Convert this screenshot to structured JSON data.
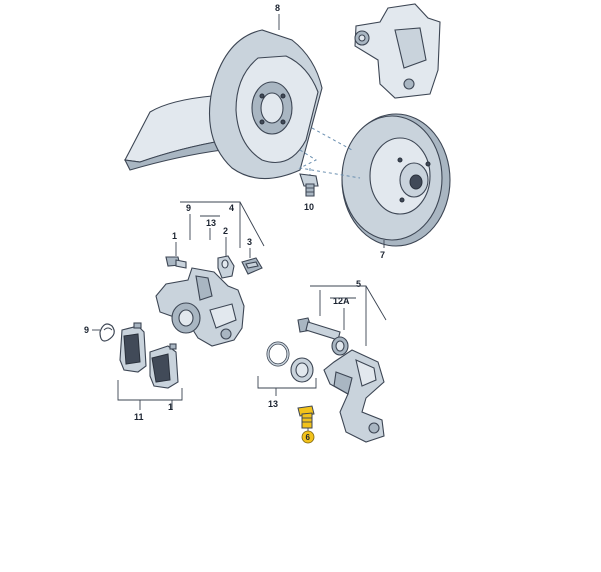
{
  "labels": {
    "l8": "8",
    "l10": "10",
    "l7": "7",
    "l9a": "9",
    "l13a": "13",
    "l4": "4",
    "l1a": "1",
    "l2": "2",
    "l3": "3",
    "l5": "5",
    "l12a": "12A",
    "l9b": "9",
    "l11": "11",
    "l1b": "1",
    "l13b": "13",
    "l6": "6"
  },
  "colors": {
    "highlight": "#f2c21b",
    "part": "#c9d3dc",
    "outline": "#3d4654"
  }
}
